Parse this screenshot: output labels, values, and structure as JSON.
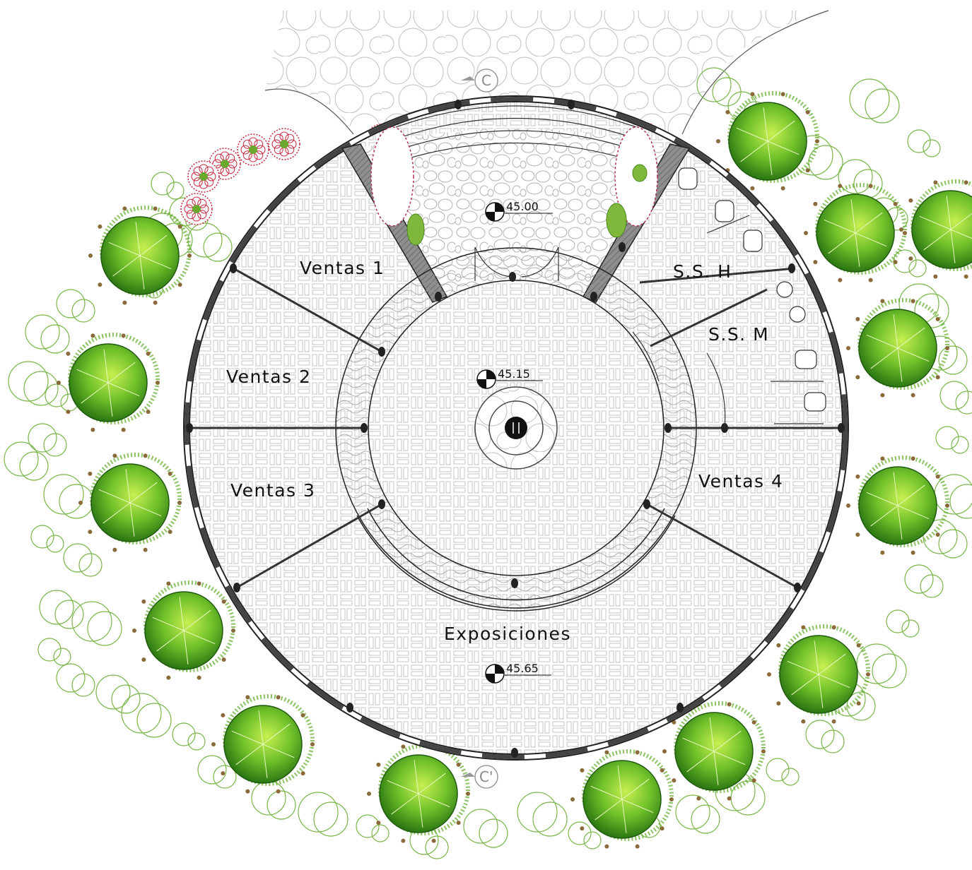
{
  "rooms": {
    "ventas1": "Ventas 1",
    "ventas2": "Ventas 2",
    "ventas3": "Ventas 3",
    "ventas4": "Ventas 4",
    "ssh": "S.S. H",
    "ssm": "S.S. M",
    "exposiciones": "Exposiciones"
  },
  "levels": {
    "entrance": "45.00",
    "center": "45.15",
    "exhibit": "45.65"
  },
  "section_marks": {
    "top": "C",
    "bottom": "C'"
  },
  "icons": [
    "tree-icon",
    "flower-shrub-icon",
    "toilet-icon",
    "sink-icon",
    "level-marker-icon",
    "fountain-icon"
  ],
  "colors": {
    "tree_green": "#5aa820",
    "tree_light": "#c8f050",
    "shrub_outline": "#7ab648",
    "flower_red": "#c8243c",
    "wall_gray": "#9a9a9a",
    "floor_line": "#bdbdbd",
    "soil_brown": "#8b6a3a"
  }
}
